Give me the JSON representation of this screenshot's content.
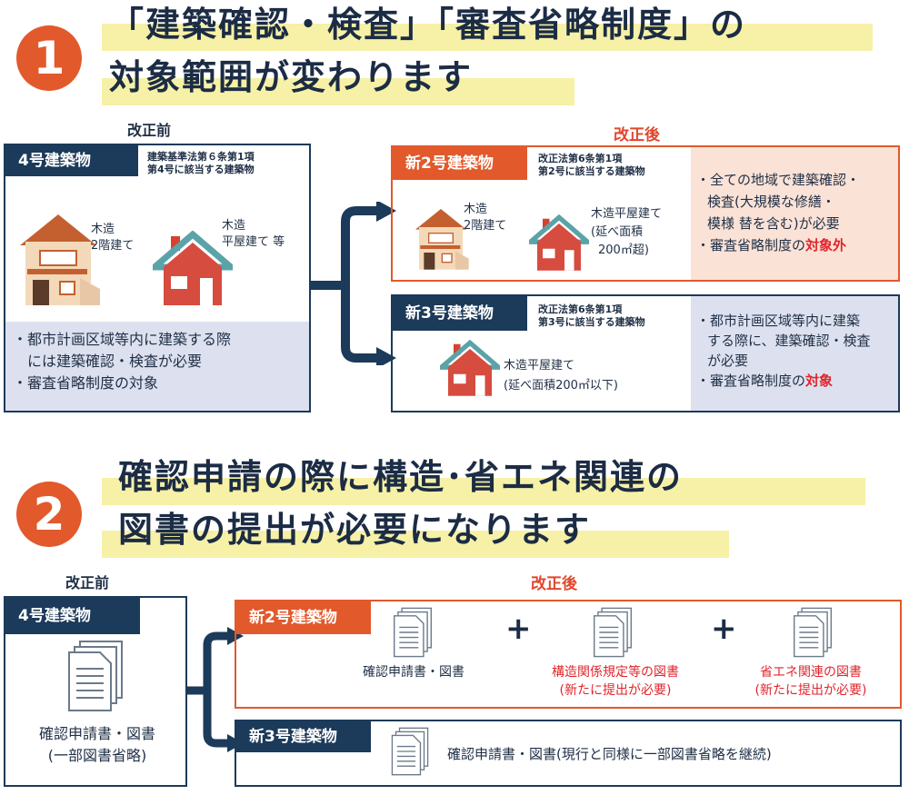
{
  "section1": {
    "number": "1",
    "title_line1": "「建築確認・検査」「審査省略制度」の",
    "title_line2": "対象範囲が変わります",
    "before_caption": "改正前",
    "after_caption": "改正後",
    "before": {
      "header": "4号建築物",
      "law_note_l1": "建築基準法第６条第1項",
      "law_note_l2": "第4号に該当する建築物",
      "house1_l1": "木造",
      "house1_l2": "2階建て",
      "house2_l1": "木造",
      "house2_l2": "平屋建て 等",
      "bullet1_l1": "・都市計画区域等内に建築する際",
      "bullet1_l2": "には建築確認・検査が必要",
      "bullet2": "・審査省略制度の対象"
    },
    "after2": {
      "header": "新2号建築物",
      "law_note_l1": "改正法第6条第1項",
      "law_note_l2": "第2号に該当する建築物",
      "house1_l1": "木造",
      "house1_l2": "2階建て",
      "house2_l1": "木造平屋建て",
      "house2_l2": "(延べ面積",
      "house2_l3": "200㎡超)",
      "bullet1_l1": "・全ての地域で建築確認・",
      "bullet1_l2": "検査(大規模な修繕・",
      "bullet1_l3": "模様 替を含む)が必要",
      "bullet2_pre": "・審査省略制度の",
      "bullet2_red": "対象外"
    },
    "after3": {
      "header": "新3号建築物",
      "law_note_l1": "改正法第6条第1項",
      "law_note_l2": "第3号に該当する建築物",
      "house_l1": "木造平屋建て",
      "house_l2": "(延べ面積200㎡以下)",
      "bullet1_l1": "・都市計画区域等内に建築",
      "bullet1_l2": "する際に、建築確認・検査",
      "bullet1_l3": "が必要",
      "bullet2_pre": "・審査省略制度の",
      "bullet2_red": "対象"
    }
  },
  "section2": {
    "number": "2",
    "title_line1": "確認申請の際に構造･省エネ関連の",
    "title_line2": "図書の提出が必要になります",
    "before_caption": "改正前",
    "after_caption": "改正後",
    "before": {
      "header": "4号建築物",
      "doc_l1": "確認申請書・図書",
      "doc_l2": "(一部図書省略)"
    },
    "after2": {
      "header": "新2号建築物",
      "doc1": "確認申請書・図書",
      "doc2_l1": "構造関係規定等の図書",
      "doc2_l2": "(新たに提出が必要)",
      "doc3_l1": "省エネ関連の図書",
      "doc3_l2": "(新たに提出が必要)",
      "plus": "+"
    },
    "after3": {
      "header": "新3号建築物",
      "doc": "確認申請書・図書(現行と同様に一部図書省略を継続)"
    }
  },
  "colors": {
    "navy": "#1c3a5a",
    "orange": "#e2592b",
    "red": "#e0252b",
    "highlight": "#f6f1a6",
    "lavender": "#dde1ef",
    "peach": "#fbe2d6"
  },
  "icons": [
    "house-icon",
    "document-icon",
    "bracket-icon"
  ]
}
